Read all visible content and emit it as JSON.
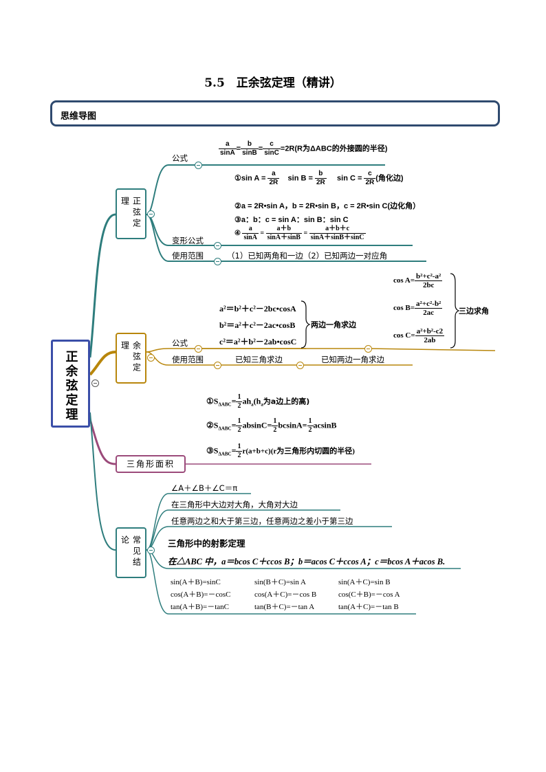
{
  "title": "5.5　正余弦定理（精讲）",
  "header": "思维导图",
  "root": "正余弦定理",
  "branch1": {
    "node": "正弦定理",
    "gongshi": "公式",
    "formula": {
      "a": "a",
      "sinA": "sinA",
      "b": "b",
      "sinB": "sinB",
      "c": "c",
      "sinC": "sinC",
      "tail": "=2R(R为ΔABC的外接圆的半径)"
    },
    "bianxing": "变形公式",
    "f1": {
      "pre": "①sin A =",
      "a": "a",
      "r1": "2R",
      "mid1": "sin B =",
      "b": "b",
      "r2": "2R",
      "mid2": "sin C =",
      "c": "c",
      "r3": "2R",
      "post": "(角化边)"
    },
    "f2": "②a = 2R•sin A，b = 2R•sin B，c = 2R•sin C(边化角）",
    "f3": "③a：b：c = sin A：sin B：sin C",
    "f4": {
      "pre": "④",
      "n1": "a",
      "d1": "sinA",
      "n2": "a＋b",
      "d2": "sinA＋sinB",
      "n3": "a＋b＋c",
      "d3": "sinA＋sinB＋sinC"
    },
    "fanwei": "使用范围",
    "fanwei_text": "（1）已知两角和一边（2）已知两边一对应角"
  },
  "branch2": {
    "node": "余弦定理",
    "gongshi": "公式",
    "eq1": "a²＝b²＋c²－2bc•cosA",
    "eq2": "b²＝a²＋c²－2ac•cosB",
    "eq3": "c²＝a²＋b²－2ab•cosC",
    "eq_label": "两边一角求边",
    "cos1": {
      "pre": "cos A=",
      "n": "b²+c²-a²",
      "d": "2bc"
    },
    "cos2": {
      "pre": "cos B=",
      "n": "a²+c²-b²",
      "d": "2ac"
    },
    "cos3": {
      "pre": "cos C=",
      "n": "a²+b²-c2",
      "d": "2ab"
    },
    "cos_label": "三边求角",
    "fanwei": "使用范围",
    "range1": "已知三角求边",
    "range2": "已知两边一角求边"
  },
  "branch3": {
    "node": "三角形面积",
    "a1": {
      "pre": "①S",
      "sub": "ΔABC",
      "eq": "=",
      "n": "1",
      "d": "2",
      "post": "ah",
      "hs": "a",
      "tail": "(h",
      "hs2": "a",
      "tail2": "为a边上的高)"
    },
    "a2": {
      "pre": "②S",
      "sub": "ΔABC",
      "eq": "=",
      "n": "1",
      "d": "2",
      "t1": "absinC=",
      "t2": "bcsinA=",
      "t3": "acsinB"
    },
    "a3": {
      "pre": "③S",
      "sub": "ΔABC",
      "eq": "=",
      "n": "1",
      "d": "2",
      "post": "r(a+b+c)(r为三角形内切圆的半径)"
    }
  },
  "branch4": {
    "node": "常见结论",
    "c1": "∠A＋∠B＋∠C＝π",
    "c2": "在三角形中大边对大角，大角对大边",
    "c3": "任意两边之和大于第三边，任意两边之差小于第三边",
    "c4": "三角形中的射影定理",
    "c5": "在△ABC 中，a＝bcos C＋ccos B；b＝acos C＋ccos A；c＝bcos A＋acos B.",
    "r1": [
      "sin(A＋B)=sinC",
      "sin(B＋C)=sin A",
      "sin(A＋C)=sin B"
    ],
    "r2": [
      "cos(A＋B)=－cosC",
      "cos(A＋C)=－cos B",
      "cos(C＋B)=－cos A"
    ],
    "r3": [
      "tan(A＋B)=－tanC",
      "tan(B＋C)=－tan A",
      "tan(A＋C)=－tan B"
    ]
  },
  "colors": {
    "teal": "#2e7d7d",
    "gold": "#b8860b",
    "plum": "#9b4a7a",
    "rootBorder": "#3a4ea8",
    "header": "#2f4a6f"
  }
}
